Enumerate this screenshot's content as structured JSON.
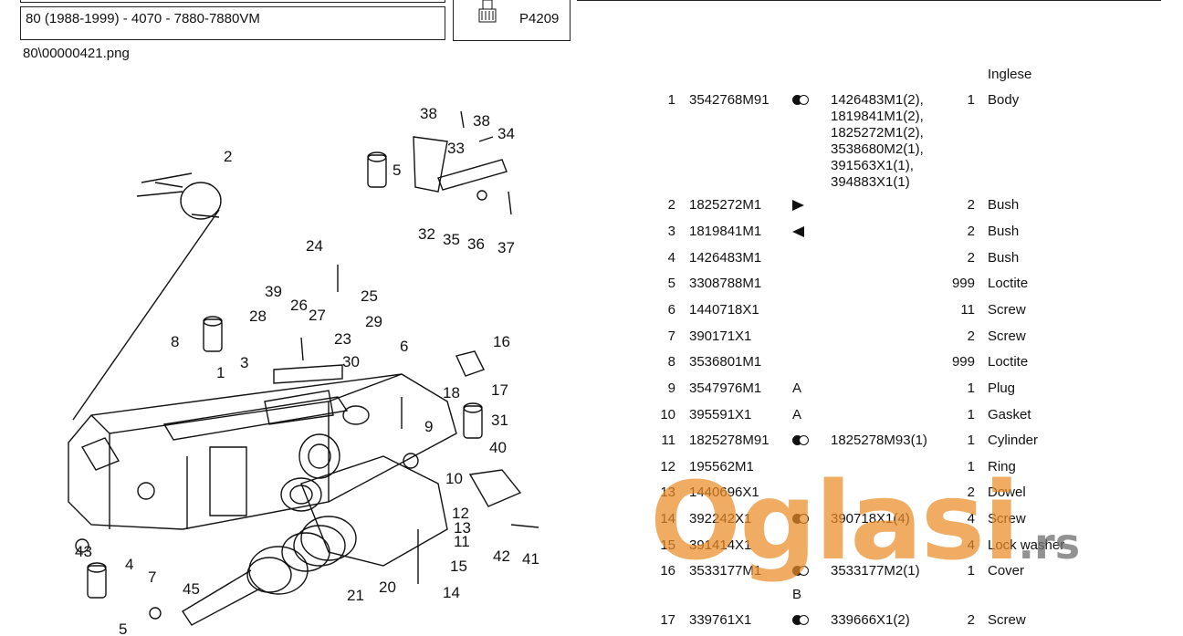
{
  "header": {
    "title": "80 (1988-1999) - 4070 - 7880-7880VM",
    "ref_code": "P4209",
    "file_path": "80\\00000421.png"
  },
  "table": {
    "lang_header": "Inglese",
    "rows": [
      {
        "n": "1",
        "part": "3542768M91",
        "sym": "dots",
        "ref": "1426483M1(2),\n1819841M1(2),\n1825272M1(2),\n3538680M2(1),\n391563X1(1),\n394883X1(1)",
        "qty": "1",
        "desc": "Body"
      },
      {
        "n": "2",
        "part": "1825272M1",
        "sym": "tri-right",
        "ref": "",
        "qty": "2",
        "desc": "Bush"
      },
      {
        "n": "3",
        "part": "1819841M1",
        "sym": "tri-left",
        "ref": "",
        "qty": "2",
        "desc": "Bush"
      },
      {
        "n": "4",
        "part": "1426483M1",
        "sym": "",
        "ref": "",
        "qty": "2",
        "desc": "Bush"
      },
      {
        "n": "5",
        "part": "3308788M1",
        "sym": "",
        "ref": "",
        "qty": "999",
        "desc": "Loctite"
      },
      {
        "n": "6",
        "part": "1440718X1",
        "sym": "",
        "ref": "",
        "qty": "11",
        "desc": "Screw"
      },
      {
        "n": "7",
        "part": "390171X1",
        "sym": "",
        "ref": "",
        "qty": "2",
        "desc": "Screw"
      },
      {
        "n": "8",
        "part": "3536801M1",
        "sym": "",
        "ref": "",
        "qty": "999",
        "desc": "Loctite"
      },
      {
        "n": "9",
        "part": "3547976M1",
        "sym": "A",
        "ref": "",
        "qty": "1",
        "desc": "Plug"
      },
      {
        "n": "10",
        "part": "395591X1",
        "sym": "A",
        "ref": "",
        "qty": "1",
        "desc": "Gasket"
      },
      {
        "n": "11",
        "part": "1825278M91",
        "sym": "dots",
        "ref": "1825278M93(1)",
        "qty": "1",
        "desc": "Cylinder"
      },
      {
        "n": "12",
        "part": "195562M1",
        "sym": "",
        "ref": "",
        "qty": "1",
        "desc": "Ring"
      },
      {
        "n": "13",
        "part": "1440696X1",
        "sym": "",
        "ref": "",
        "qty": "2",
        "desc": "Dowel"
      },
      {
        "n": "14",
        "part": "392242X1",
        "sym": "dots",
        "ref": "390718X1(4)",
        "qty": "4",
        "desc": "Screw"
      },
      {
        "n": "15",
        "part": "391414X1",
        "sym": "",
        "ref": "",
        "qty": "4",
        "desc": "Lock washer"
      },
      {
        "n": "16",
        "part": "3533177M1",
        "sym": "dots",
        "ref": "3533177M2(1)",
        "qty": "1",
        "desc": "Cover",
        "sub": "B"
      },
      {
        "n": "17",
        "part": "339761X1",
        "sym": "dots",
        "ref": "339666X1(2)",
        "qty": "2",
        "desc": "Screw"
      }
    ]
  },
  "diagram": {
    "callouts": [
      "1",
      "2",
      "3",
      "4",
      "5",
      "6",
      "7",
      "8",
      "9",
      "10",
      "11",
      "12",
      "13",
      "14",
      "15",
      "16",
      "17",
      "18",
      "20",
      "21",
      "23",
      "24",
      "25",
      "26",
      "27",
      "28",
      "29",
      "30",
      "31",
      "32",
      "33",
      "34",
      "35",
      "36",
      "37",
      "38",
      "38",
      "39",
      "40",
      "41",
      "42",
      "43",
      "45",
      "5"
    ]
  },
  "watermark": {
    "brand": "Oglasi",
    "tld": ".rs"
  }
}
